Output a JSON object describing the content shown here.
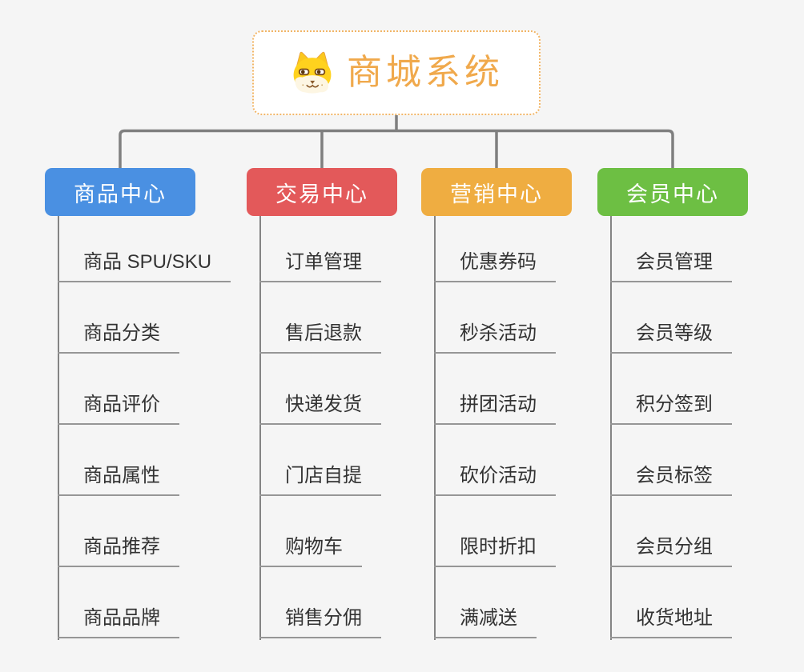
{
  "canvas": {
    "background_color": "#f5f5f5",
    "connector_color": "#7f7f7f",
    "child_line_color": "#848484",
    "underline_color": "#969696",
    "item_text_color": "#333333"
  },
  "root": {
    "title": "商城系统",
    "icon": "dog-face-icon",
    "text_color": "#f0a94c",
    "border_color": "#f2b566",
    "background_color": "#ffffff"
  },
  "branches": [
    {
      "label": "商品中心",
      "color": "#4a90e2",
      "items": [
        "商品 SPU/SKU",
        "商品分类",
        "商品评价",
        "商品属性",
        "商品推荐",
        "商品品牌"
      ]
    },
    {
      "label": "交易中心",
      "color": "#e3595a",
      "items": [
        "订单管理",
        "售后退款",
        "快递发货",
        "门店自提",
        "购物车",
        "销售分佣"
      ]
    },
    {
      "label": "营销中心",
      "color": "#efad41",
      "items": [
        "优惠券码",
        "秒杀活动",
        "拼团活动",
        "砍价活动",
        "限时折扣",
        "满减送"
      ]
    },
    {
      "label": "会员中心",
      "color": "#6dbf43",
      "items": [
        "会员管理",
        "会员等级",
        "积分签到",
        "会员标签",
        "会员分组",
        "收货地址"
      ]
    }
  ]
}
